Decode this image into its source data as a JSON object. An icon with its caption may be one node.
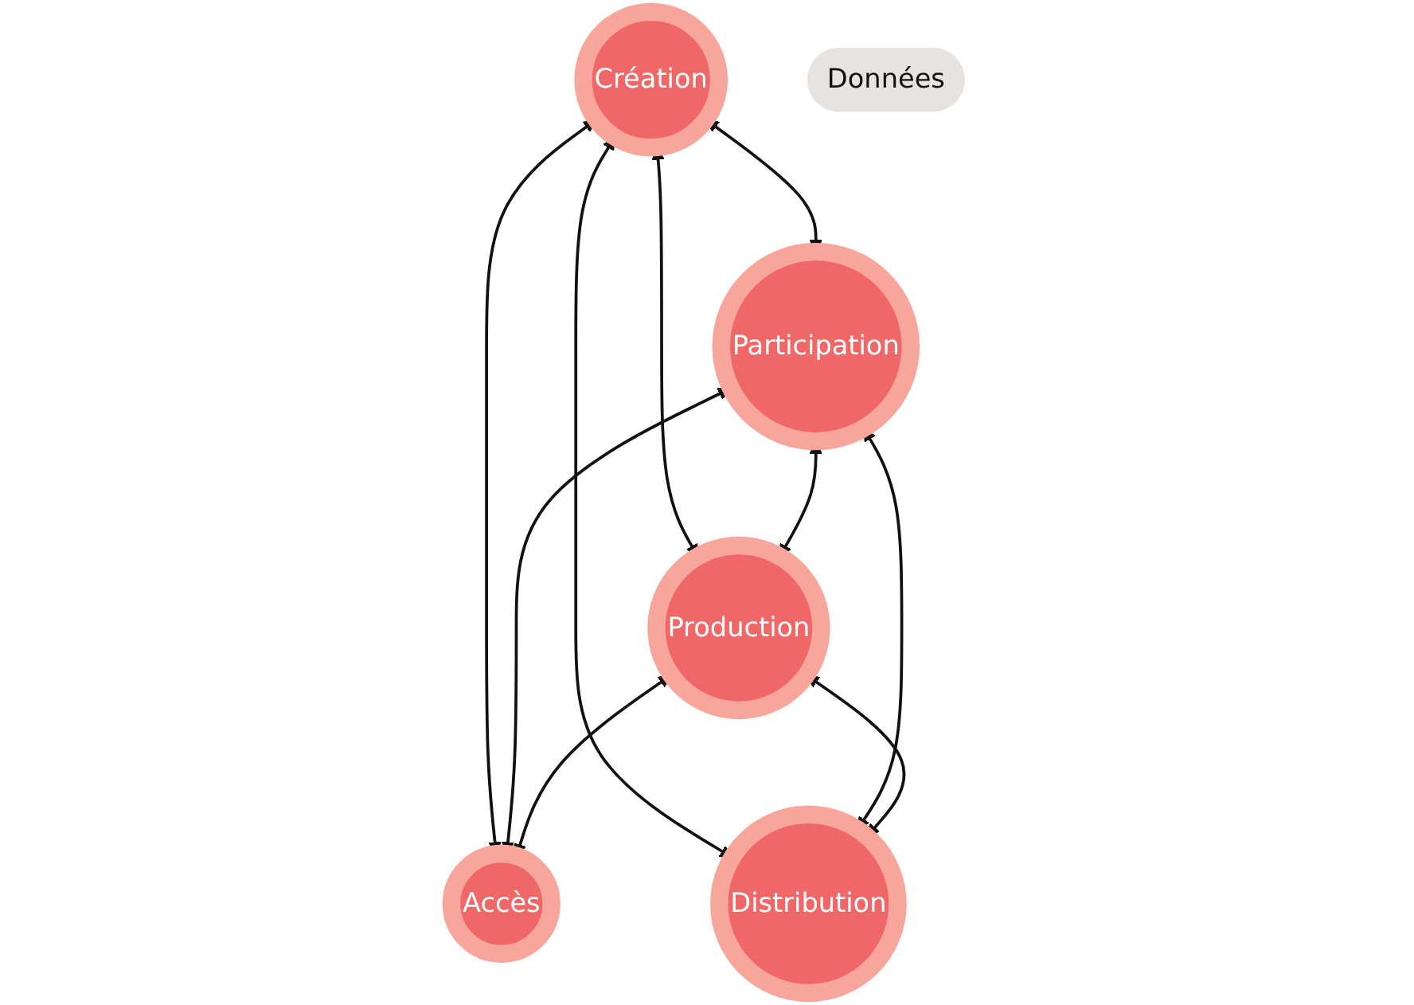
{
  "diagram": {
    "nodes": [
      {
        "text": [
          "Création"
        ]
      },
      {
        "text": [
          "Participation"
        ]
      },
      {
        "text": [
          "Production"
        ]
      },
      {
        "text": [
          "Données"
        ]
      },
      {
        "text": [
          "Accès"
        ]
      },
      {
        "text": [
          "Distribution"
        ]
      }
    ],
    "edges": [
      {
        "from": 0,
        "to": 1,
        "arrow": "both"
      },
      {
        "from": 0,
        "to": 2,
        "arrow": "both"
      },
      {
        "from": 0,
        "to": 4,
        "arrow": "both"
      },
      {
        "from": 0,
        "to": 5,
        "arrow": "both"
      },
      {
        "from": 1,
        "to": 2,
        "arrow": "both"
      },
      {
        "from": 1,
        "to": 4,
        "arrow": "both"
      },
      {
        "from": 1,
        "to": 5,
        "arrow": "both"
      },
      {
        "from": 2,
        "to": 4,
        "arrow": "both"
      },
      {
        "from": 2,
        "to": 5,
        "arrow": "both"
      }
    ]
  }
}
